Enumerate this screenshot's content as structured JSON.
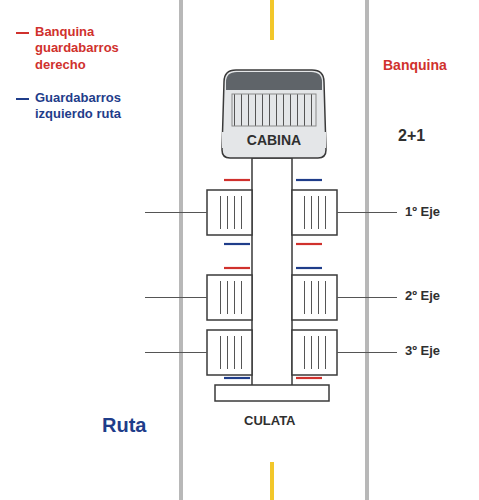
{
  "diagram": {
    "nodes": [
      {
        "text": [
          "CABINA"
        ]
      }
    ],
    "labels": [
      "Banquina",
      "2+1",
      "1º Eje",
      "2º Eje",
      "3º Eje",
      "Ruta",
      "CULATA"
    ],
    "legend": [
      {
        "text": "Banquina guardabarros derecho",
        "color": "#d0312d"
      },
      {
        "text": "Guardabarros izquierdo ruta",
        "color": "#1f3d8a"
      }
    ]
  }
}
